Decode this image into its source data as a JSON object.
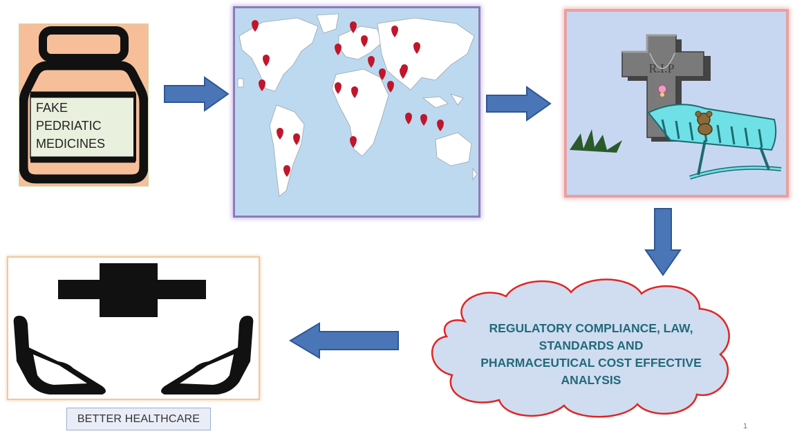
{
  "bottle": {
    "label_lines": [
      "FAKE",
      "PEDRIATIC",
      "MEDICINES"
    ]
  },
  "map": {
    "pin_count": 22
  },
  "grave": {
    "cross_text": "R.I.P"
  },
  "cloud": {
    "text_lines": [
      "REGULATORY COMPLIANCE, LAW,",
      "STANDARDS AND",
      "PHARMACEUTICAL COST EFFECTIVE",
      "ANALYSIS"
    ]
  },
  "healthcare": {
    "label": "BETTER HEALTHCARE"
  },
  "page_number": "1",
  "colors": {
    "arrow": "#4a76b8",
    "arrow_border": "#2d5695",
    "cloud_fill": "#d0dcef",
    "cloud_border": "#e02424",
    "cloud_text": "#216a7b",
    "bottle_bg": "#f6bf9a",
    "map_sea": "#bcd9ef"
  }
}
